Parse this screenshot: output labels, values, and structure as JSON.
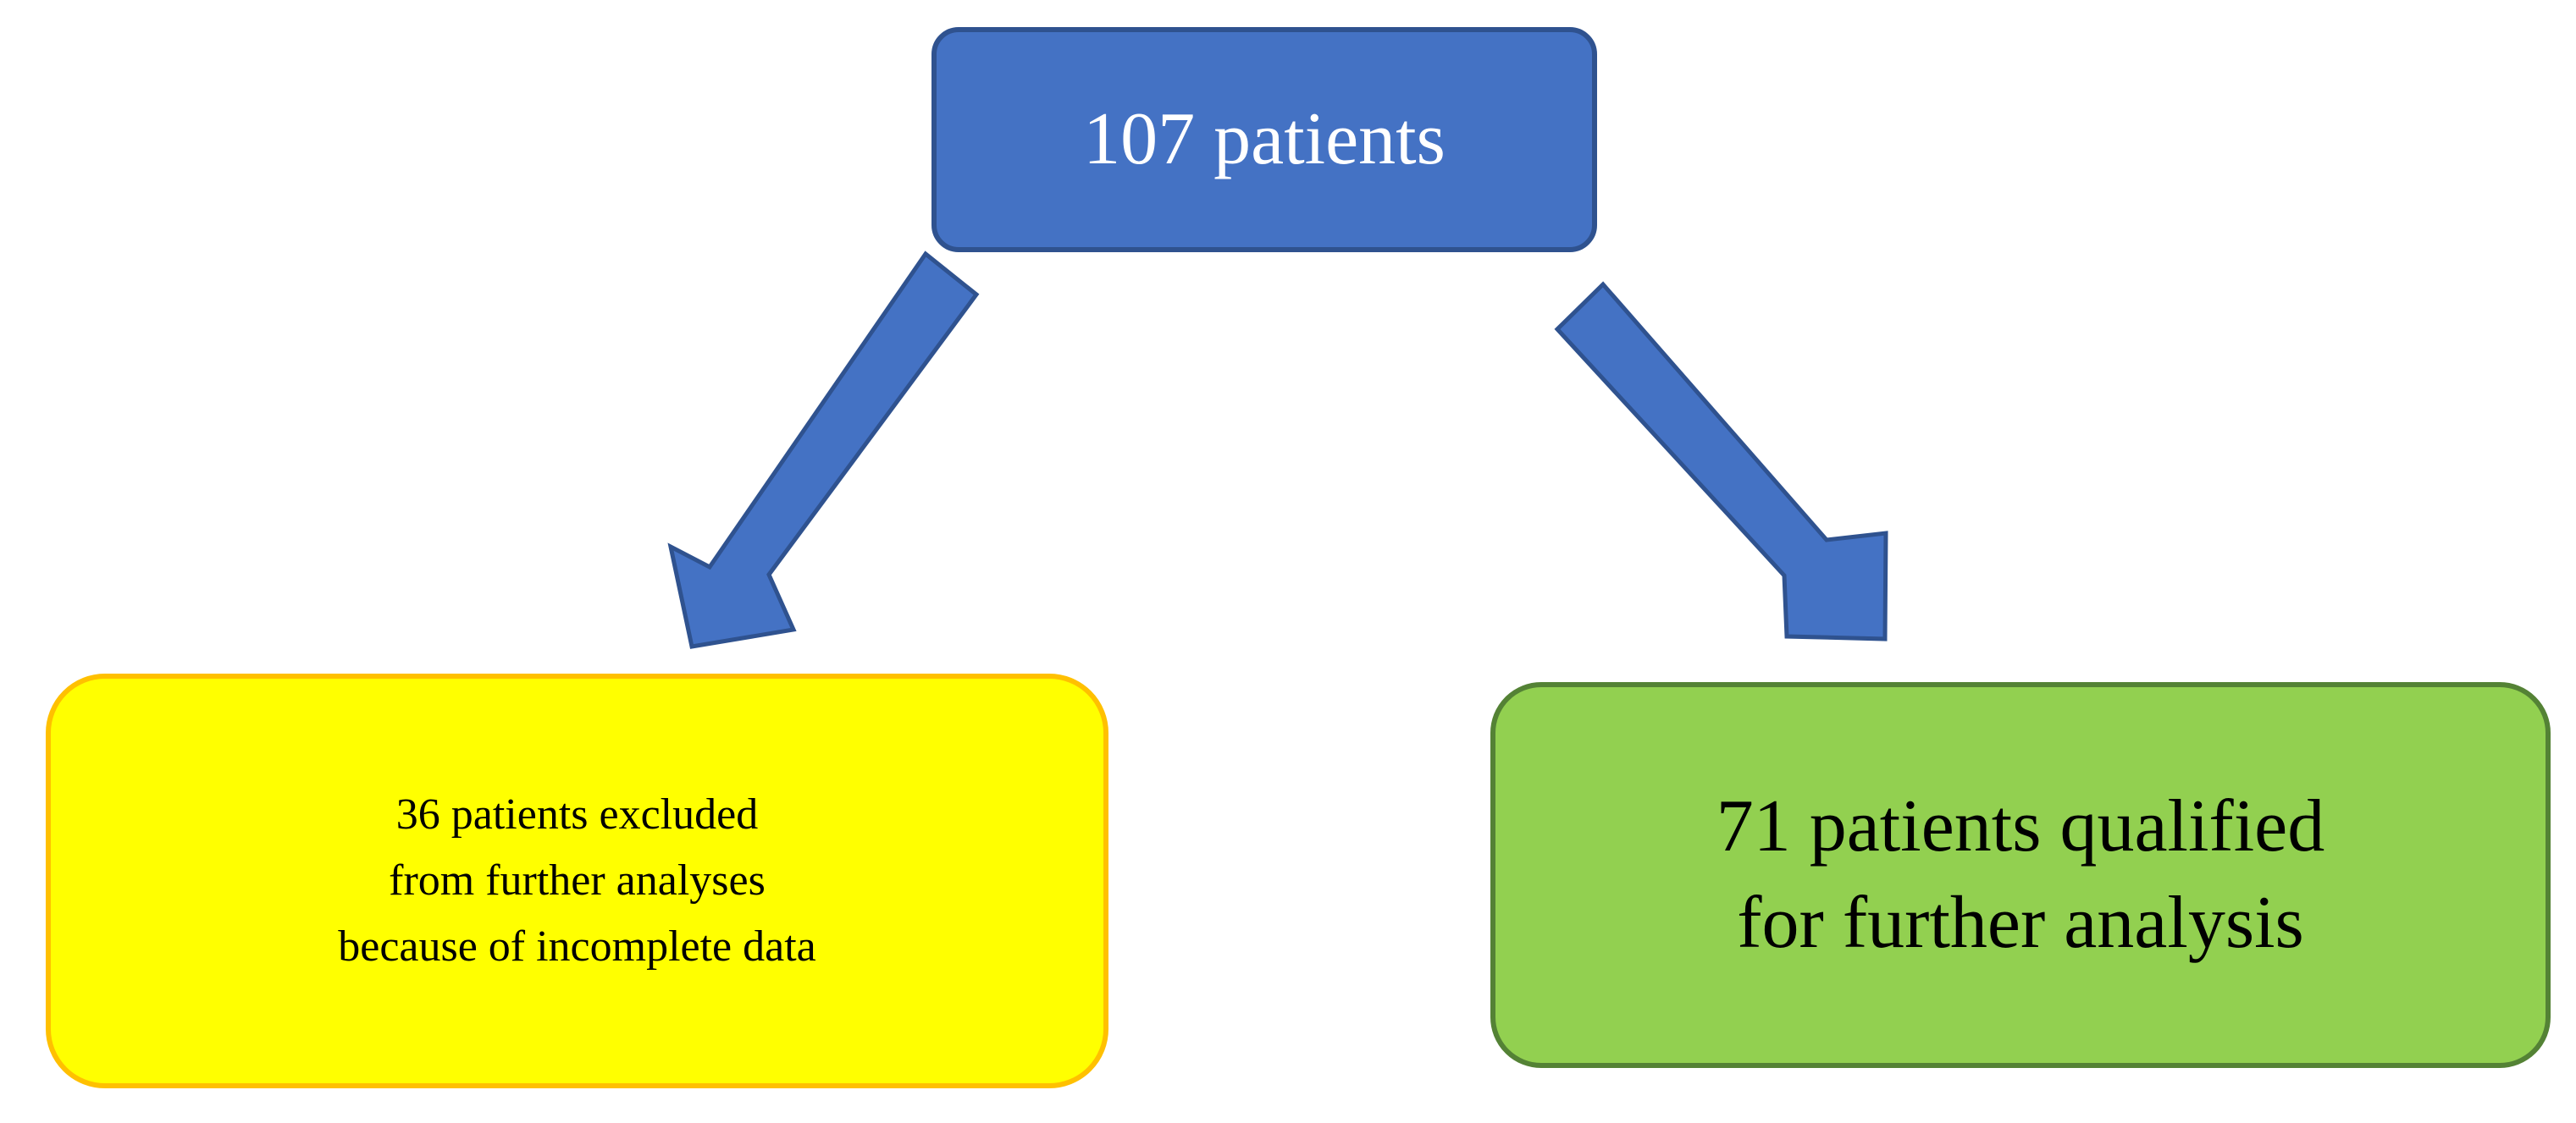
{
  "flowchart": {
    "top_box": {
      "text": "107 patients",
      "color": "#4472c4"
    },
    "left_box": {
      "lines": [
        "36 patients excluded",
        "from further analyses",
        "because of incomplete data"
      ],
      "color": "#ffff00"
    },
    "right_box": {
      "lines": [
        "71 patients qualified",
        "for further analysis"
      ],
      "color": "#92d050"
    },
    "arrow_color": "#4472c4"
  }
}
